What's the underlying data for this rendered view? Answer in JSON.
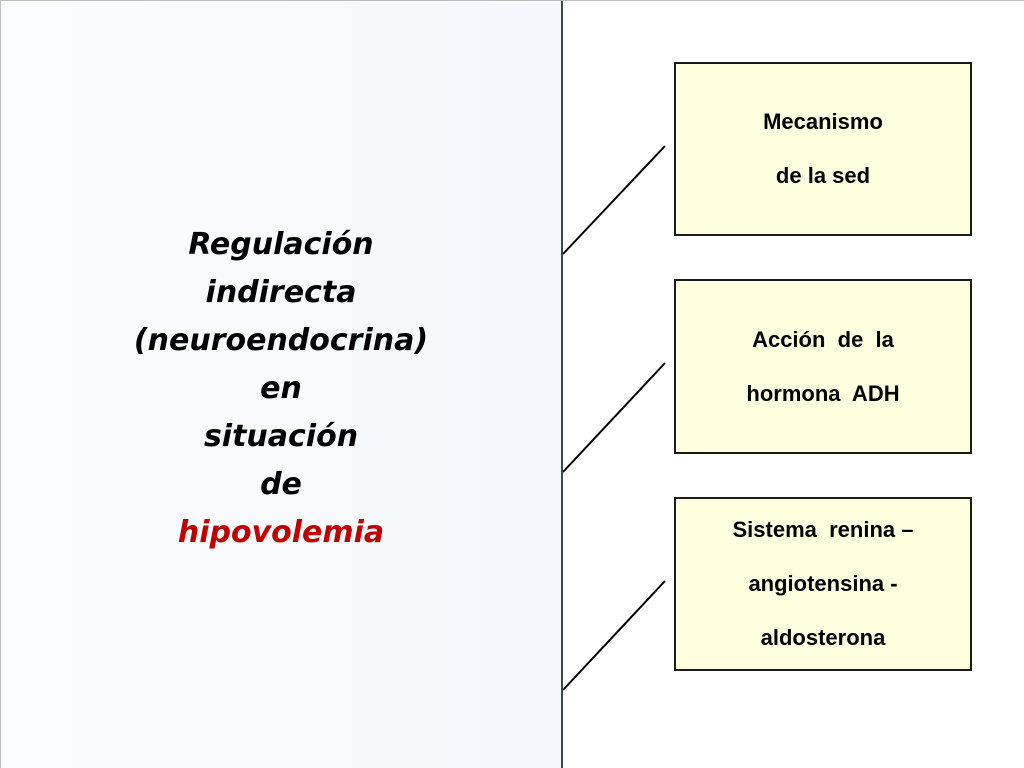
{
  "title": {
    "lines": [
      "Regulación",
      "indirecta",
      "(neuroendocrina)",
      "en",
      "situación",
      "de"
    ],
    "highlight": "hipovolemia",
    "highlight_color": "#c00000"
  },
  "boxes": [
    {
      "lines": [
        "Mecanismo",
        "de la sed"
      ]
    },
    {
      "lines": [
        "Acción  de  la",
        "hormona  ADH"
      ]
    },
    {
      "lines": [
        "Sistema  renina –",
        "angiotensina -",
        "aldosterona"
      ]
    }
  ],
  "colors": {
    "box_fill": "#ffffe0",
    "divider": "#3f4a4a"
  }
}
